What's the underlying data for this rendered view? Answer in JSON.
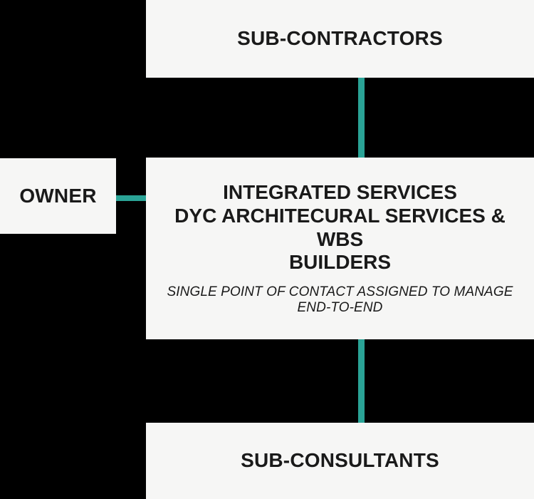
{
  "diagram": {
    "background_color": "#000000",
    "box_fill_color": "#F6F6F5",
    "text_color": "#1A1A1A",
    "connector_color": "#2AA396",
    "nodes": {
      "sub_contractors": {
        "label": "SUB-CONTRACTORS"
      },
      "owner": {
        "label": "OWNER"
      },
      "integrated": {
        "title_lines": [
          "INTEGRATED SERVICES",
          "DYC ARCHITECURAL SERVICES & WBS",
          "BUILDERS"
        ],
        "subtitle": "SINGLE POINT OF CONTACT ASSIGNED TO MANAGE END-TO-END"
      },
      "sub_consultants": {
        "label": "SUB-CONSULTANTS"
      }
    },
    "connections": [
      {
        "from": "sub_contractors",
        "to": "integrated",
        "orientation": "vertical"
      },
      {
        "from": "owner",
        "to": "integrated",
        "orientation": "horizontal"
      },
      {
        "from": "integrated",
        "to": "sub_consultants",
        "orientation": "vertical"
      }
    ]
  }
}
